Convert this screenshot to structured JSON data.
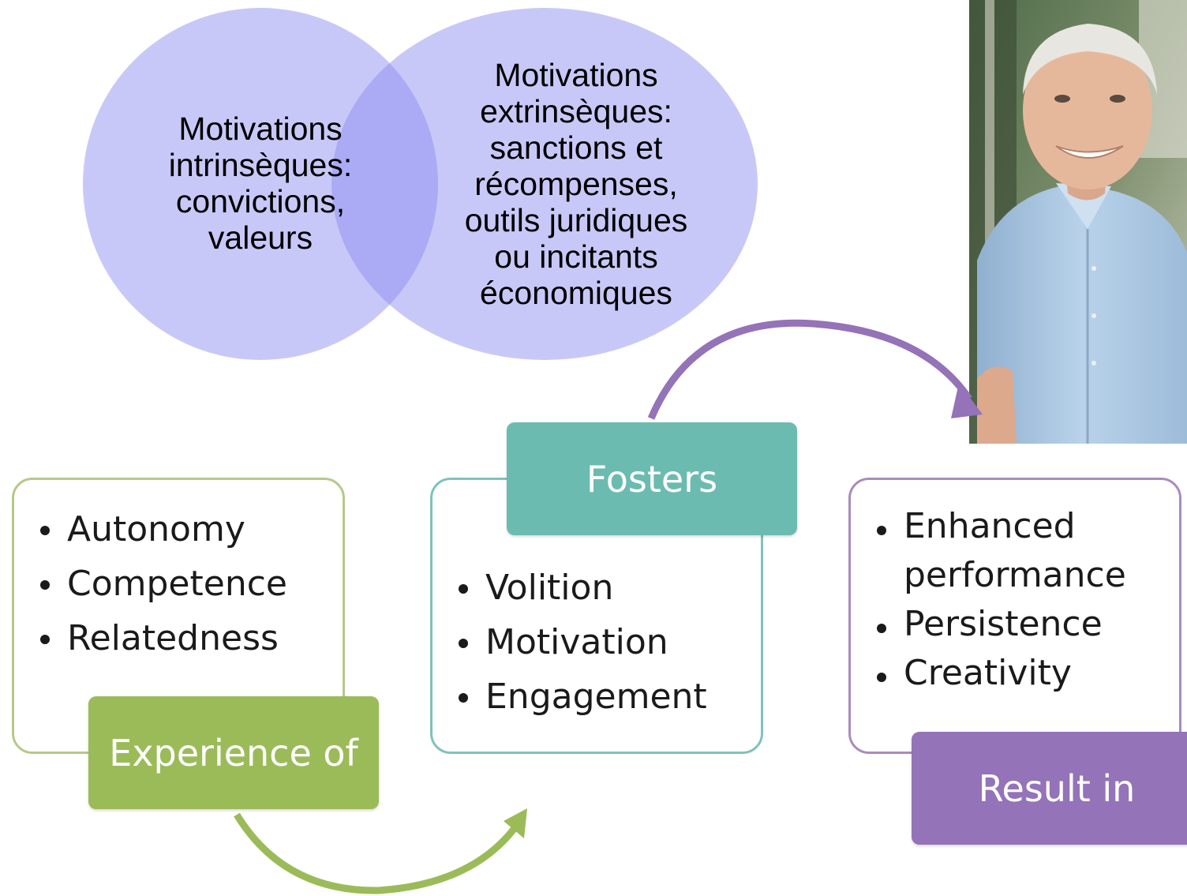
{
  "venn": {
    "left_lines": [
      "Motivations",
      "intrinsèques:",
      "convictions,",
      "valeurs"
    ],
    "right_lines": [
      "Motivations",
      "extrinsèques:",
      "sanctions et",
      "récompenses,",
      "outils juridiques",
      "ou incitants",
      "économiques"
    ],
    "circle_color": "#c8c8f8",
    "overlap_color": "#aaaaf5"
  },
  "cycle": {
    "experience": {
      "label": "Experience of",
      "color": "#9bbb59",
      "items": [
        "Autonomy",
        "Competence",
        "Relatedness"
      ]
    },
    "fosters": {
      "label": "Fosters",
      "color": "#6cbbb1",
      "items": [
        "Volition",
        "Motivation",
        "Engagement"
      ]
    },
    "result": {
      "label": "Result in",
      "color": "#9473b8",
      "items": [
        "Enhanced performance",
        "Persistence",
        "Creativity"
      ]
    }
  },
  "photo": {
    "description_icon": "person-portrait-photo"
  }
}
